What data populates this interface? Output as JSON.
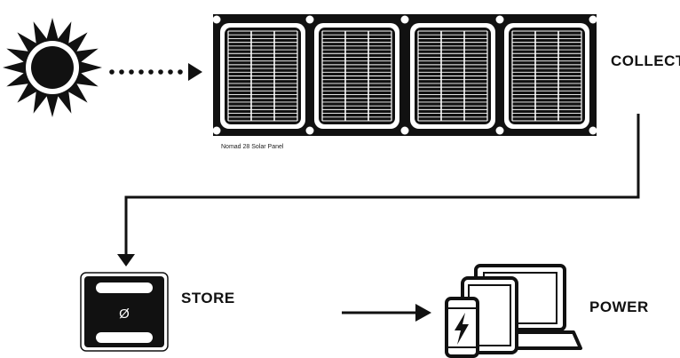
{
  "panel": {
    "caption": "Nomad 28 Solar Panel"
  },
  "labels": {
    "collect": "COLLECT",
    "store": "STORE",
    "power": "POWER"
  },
  "storage": {
    "symbol": "Ø"
  },
  "icons": [
    "sun-icon",
    "solar-panel-icon",
    "power-station-icon",
    "devices-icon",
    "lightning-bolt-icon"
  ],
  "colors": {
    "ink": "#111111",
    "background": "#ffffff"
  }
}
